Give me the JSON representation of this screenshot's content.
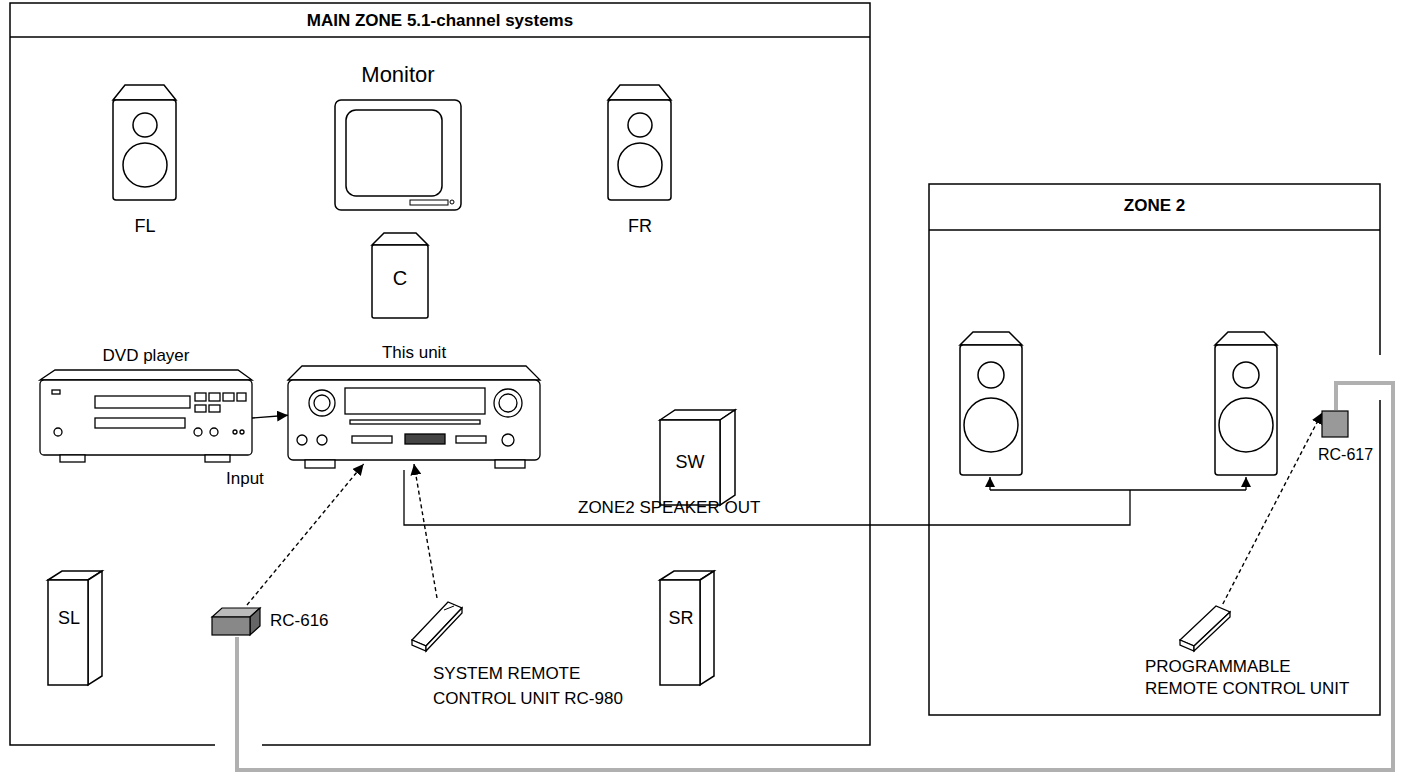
{
  "diagram": {
    "nodes": [
      {
        "text": [
          "MAIN ZONE 5.1-channel systems"
        ]
      },
      {
        "text": [
          "FL"
        ],
        "in": 0
      },
      {
        "text": [
          "Monitor"
        ],
        "in": 0
      },
      {
        "text": [
          "FR"
        ],
        "in": 0
      },
      {
        "text": [
          "C"
        ],
        "in": 0
      },
      {
        "text": [
          "DVD player"
        ],
        "in": 0
      },
      {
        "text": [
          "This unit"
        ],
        "in": 0
      },
      {
        "text": [
          "SW"
        ],
        "in": 0
      },
      {
        "text": [
          "SL"
        ],
        "in": 0
      },
      {
        "text": [
          "RC-616"
        ],
        "in": 0
      },
      {
        "text": [
          "SR"
        ],
        "in": 0
      },
      {
        "text": [
          "SYSTEM REMOTE CONTROL UNIT RC-980"
        ],
        "in": 0
      },
      {
        "text": [
          "ZONE 2"
        ]
      },
      {
        "text": [
          "RC-617"
        ],
        "in": 12
      },
      {
        "text": [
          "PROGRAMMABLE REMOTE CONTROL UNIT"
        ],
        "in": 12
      }
    ],
    "edges": [
      {
        "from": 5,
        "to": 6,
        "arrow": "to"
      },
      {
        "from": 9,
        "to": 6,
        "arrow": "to"
      },
      {
        "from": 11,
        "to": 6,
        "arrow": "to"
      },
      {
        "from": 9,
        "to": 13,
        "arrow": "none"
      },
      {
        "from": 14,
        "to": 13,
        "arrow": "to"
      }
    ],
    "labels": [
      "Input",
      "ZONE2 SPEAKER OUT"
    ]
  }
}
